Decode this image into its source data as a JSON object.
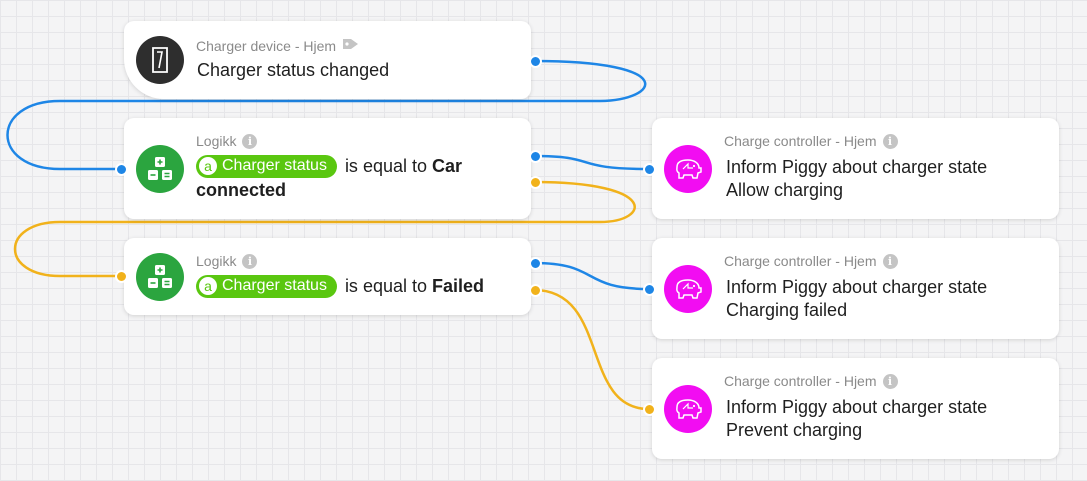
{
  "trigger": {
    "subtitle": "Charger device - Hjem",
    "icon": "charger-device-icon",
    "tag_icon": "tag-icon",
    "title": "Charger status changed"
  },
  "conditions": [
    {
      "subtitle": "Logikk",
      "icon": "logic-icon",
      "token_letter": "a",
      "token_label": "Charger status",
      "operator": "is equal to",
      "value": "Car connected"
    },
    {
      "subtitle": "Logikk",
      "icon": "logic-icon",
      "token_letter": "a",
      "token_label": "Charger status",
      "operator": "is equal to",
      "value": "Failed"
    }
  ],
  "actions": [
    {
      "subtitle": "Charge controller - Hjem",
      "icon": "piggy-bank-icon",
      "line1": "Inform Piggy about charger state",
      "line2": "Allow charging"
    },
    {
      "subtitle": "Charge controller - Hjem",
      "icon": "piggy-bank-icon",
      "line1": "Inform Piggy about charger state",
      "line2": "Charging failed"
    },
    {
      "subtitle": "Charge controller - Hjem",
      "icon": "piggy-bank-icon",
      "line1": "Inform Piggy about charger state",
      "line2": "Prevent charging"
    }
  ],
  "colors": {
    "true_wire": "#1e86e6",
    "false_wire": "#f1b21b",
    "logic_green": "#2ba53f",
    "token_green": "#5ac710",
    "piggy_magenta": "#f20df2",
    "device_dark": "#2e2e2e"
  }
}
